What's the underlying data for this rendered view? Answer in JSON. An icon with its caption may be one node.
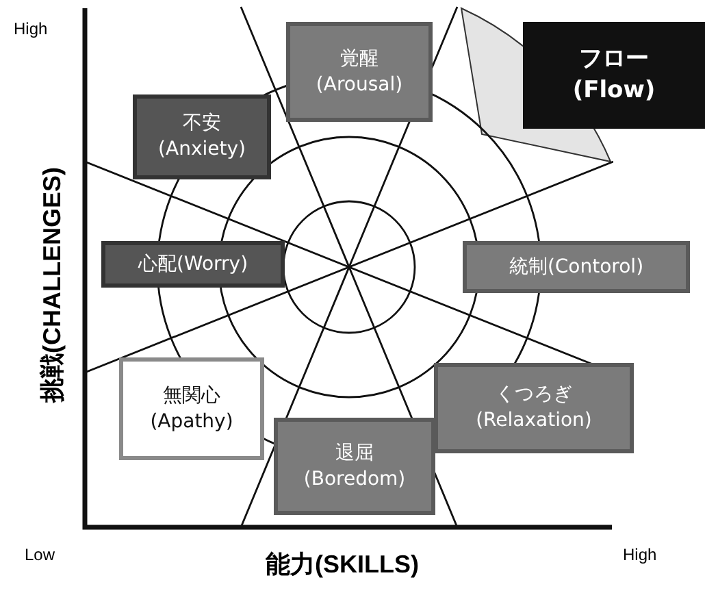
{
  "diagram": {
    "nodes": [
      {
        "text": [
          "覚醒",
          "(Arousal)"
        ]
      },
      {
        "text": [
          "フロー",
          "(Flow)"
        ]
      },
      {
        "text": [
          "不安",
          "(Anxiety)"
        ]
      },
      {
        "text": [
          "心配(Worry)"
        ]
      },
      {
        "text": [
          "統制(Contorol)"
        ]
      },
      {
        "text": [
          "無関心",
          "(Apathy)"
        ]
      },
      {
        "text": [
          "くつろぎ",
          "(Relaxation)"
        ]
      },
      {
        "text": [
          "退屈",
          "(Boredom)"
        ]
      }
    ],
    "labels": [
      "High",
      "挑戦(CHALLENGES)",
      "Low",
      "能力(SKILLS)",
      "High"
    ]
  }
}
